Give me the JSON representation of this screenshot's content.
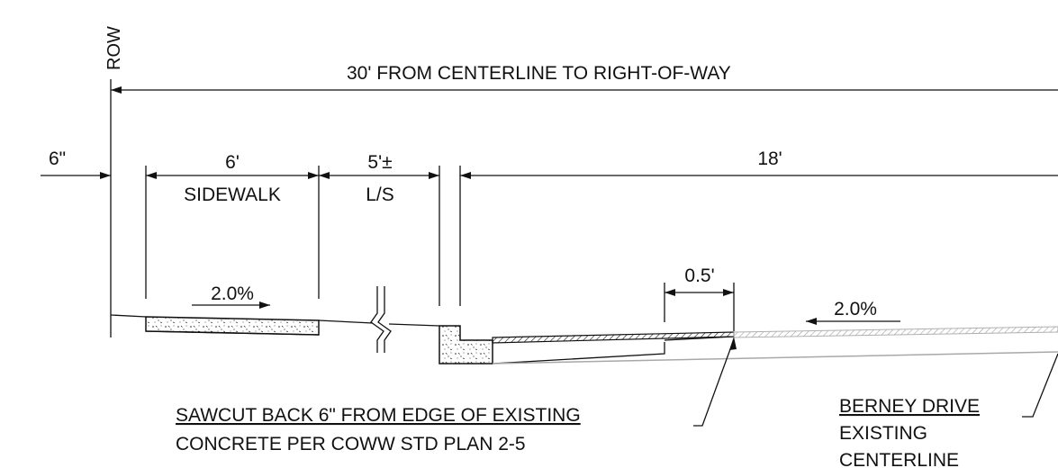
{
  "labels": {
    "row": "ROW",
    "row_width": "30' FROM CENTERLINE TO RIGHT-OF-WAY",
    "offset": "6\"",
    "sidewalk_width": "6'",
    "sidewalk": "SIDEWALK",
    "landscape_width": "5'±",
    "landscape": "L/S",
    "lane_width": "18'",
    "sawcut_width": "0.5'",
    "sidewalk_slope": "2.0%",
    "road_slope": "2.0%",
    "sawcut_note_1": "SAWCUT BACK 6\" FROM EDGE OF EXISTING",
    "sawcut_note_2": "CONCRETE PER COWW STD PLAN 2-5",
    "street_name": "BERNEY DRIVE",
    "centerline_1": "EXISTING",
    "centerline_2": "CENTERLINE"
  }
}
